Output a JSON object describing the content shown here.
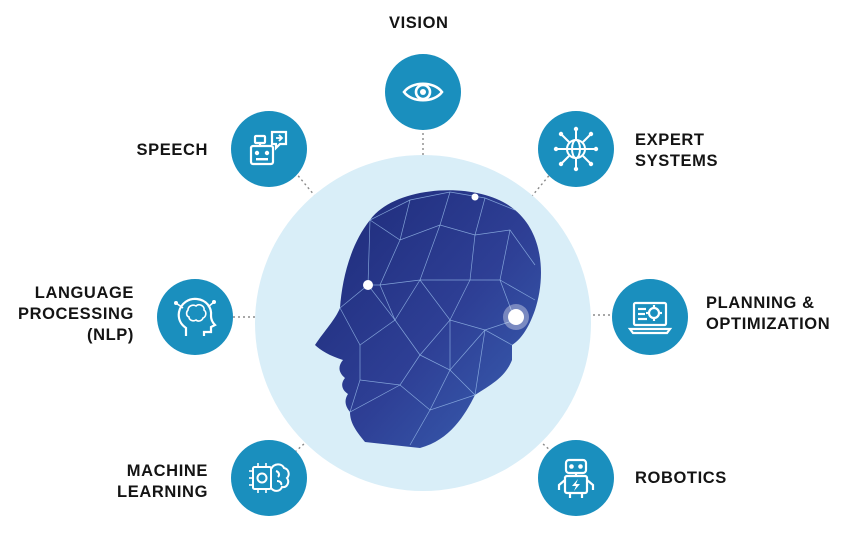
{
  "labels": {
    "vision": "VISION",
    "speech": "SPEECH",
    "expert": [
      "EXPERT",
      "SYSTEMS"
    ],
    "nlp": [
      "LANGUAGE",
      "PROCESSING",
      "(NLP)"
    ],
    "planning": [
      "PLANNING &",
      "OPTIMIZATION"
    ],
    "ml": [
      "MACHINE",
      "LEARNING"
    ],
    "robotics": "ROBOTICS"
  },
  "icons": {
    "vision": "eye-icon",
    "speech": "robot-chat-icon",
    "expert": "globe-network-icon",
    "nlp": "head-brain-icon",
    "planning": "laptop-gear-icon",
    "ml": "chip-brain-icon",
    "robotics": "robot-icon",
    "center": "polygonal-ai-head-icon"
  },
  "colors": {
    "node": "#1a8fbe",
    "halo": "#d9eef8",
    "head": "#2a3a8c",
    "text": "#141414"
  }
}
